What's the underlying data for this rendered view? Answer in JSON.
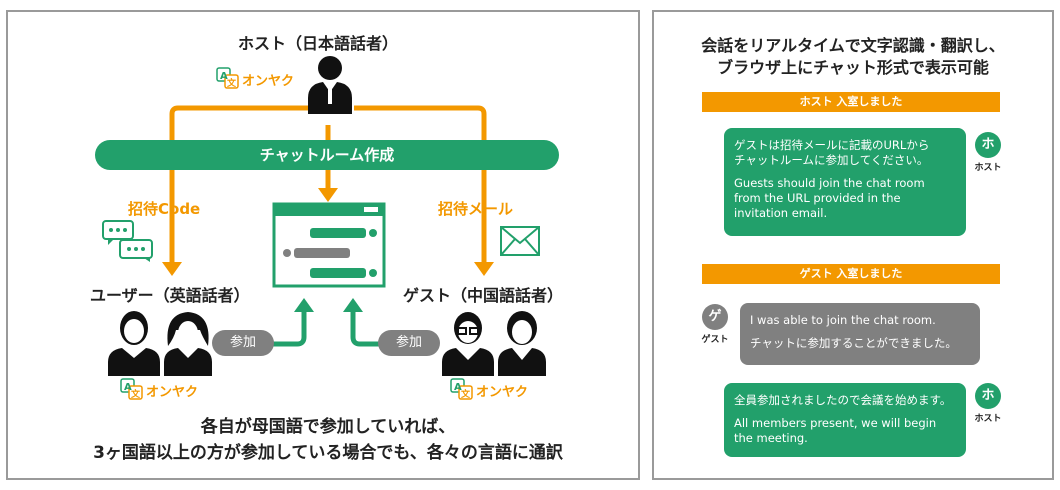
{
  "left": {
    "host_title": "ホスト（日本語話者）",
    "chatroom_label": "チャットルーム作成",
    "invite_code_label": "招待Code",
    "invite_mail_label": "招待メール",
    "user_group_title": "ユーザー（英語話者）",
    "guest_group_title": "ゲスト（中国語話者）",
    "join_label": "参加",
    "logo_text": "オンヤク",
    "logo_glyphs": "A文",
    "bottom_line1": "各自が母国語で参加していれば、",
    "bottom_line2": "3ヶ国語以上の方が参加している場合でも、各々の言語に通訳"
  },
  "right": {
    "title_line1": "会話をリアルタイムで文字認識・翻訳し、",
    "title_line2": "ブラウザ上にチャット形式で表示可能",
    "banner_host": "ホスト  入室しました",
    "banner_guest": "ゲスト  入室しました",
    "msg1_jp_line1": "ゲストは招待メールに記載のURLから",
    "msg1_jp_line2": "チャットルームに参加してください。",
    "msg1_en_line1": "Guests should join the chat room",
    "msg1_en_line2": "from the URL provided in the",
    "msg1_en_line3": "invitation email.",
    "msg2_en": "I was able to join the chat room.",
    "msg2_jp": "チャットに参加することができました。",
    "msg3_jp": "全員参加されましたので会議を始めます。",
    "msg3_en_line1": "All members present, we will begin",
    "msg3_en_line2": "the meeting.",
    "host_avatar_char": "ホ",
    "host_avatar_label": "ホスト",
    "guest_avatar_char": "ゲ",
    "guest_avatar_label": "ゲスト"
  },
  "colors": {
    "green": "#22a06b",
    "orange": "#f39800",
    "gray": "#808080"
  }
}
